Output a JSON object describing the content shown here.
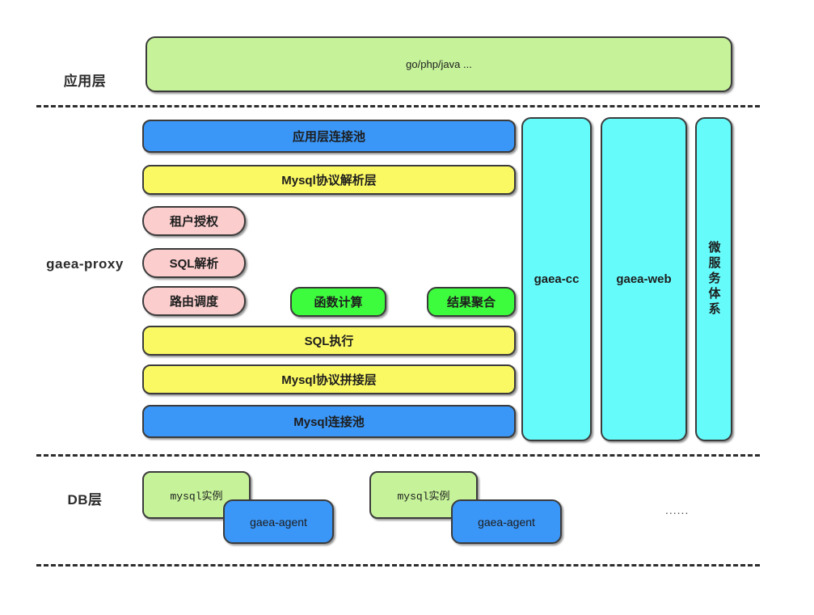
{
  "diagram": {
    "title": "gaea architecture layers",
    "layers": [
      {
        "id": "app",
        "label": "应用层"
      },
      {
        "id": "proxy",
        "label": "gaea-proxy"
      },
      {
        "id": "db",
        "label": "DB层"
      }
    ],
    "app_layer": {
      "box_label": "go/php/java ..."
    },
    "proxy_layer": {
      "stack": [
        {
          "label": "应用层连接池",
          "style": "blue"
        },
        {
          "label": "Mysql协议解析层",
          "style": "yellow"
        },
        {
          "label": "SQL执行",
          "style": "yellow"
        },
        {
          "label": "Mysql协议拼接层",
          "style": "yellow"
        },
        {
          "label": "Mysql连接池",
          "style": "blue"
        }
      ],
      "pink_modules": [
        {
          "label": "租户授权"
        },
        {
          "label": "SQL解析"
        },
        {
          "label": "路由调度"
        }
      ],
      "green_modules": [
        {
          "label": "函数计算"
        },
        {
          "label": "结果聚合"
        }
      ],
      "side_columns": [
        {
          "label": "gaea-cc",
          "orientation": "horizontal"
        },
        {
          "label": "gaea-web",
          "orientation": "horizontal"
        },
        {
          "label": "微服务体系",
          "orientation": "vertical"
        }
      ]
    },
    "db_layer": {
      "groups": [
        {
          "instance_label": "mysql实例",
          "agent_label": "gaea-agent"
        },
        {
          "instance_label": "mysql实例",
          "agent_label": "gaea-agent"
        }
      ],
      "ellipsis": "......"
    },
    "colors": {
      "app_green": "#c6f39a",
      "blue": "#3a96f7",
      "yellow": "#fbf963",
      "pink": "#fbcdcd",
      "bright_green": "#3dfb3d",
      "cyan": "#66fbfb",
      "outline": "#3b3b3b",
      "divider": "#2d2d2d"
    }
  }
}
